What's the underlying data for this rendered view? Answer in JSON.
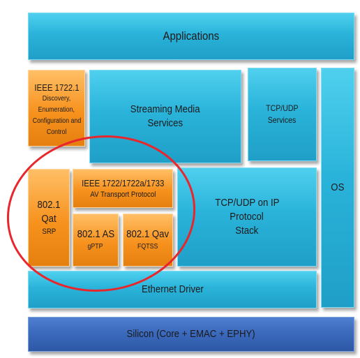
{
  "diagram": {
    "applications": "Applications",
    "ieee17221": {
      "title": "IEEE 1722.1",
      "lines": [
        "Discovery,",
        "Enumeration,",
        "Configuration and",
        "Control"
      ]
    },
    "streaming": {
      "line1": "Streaming Media",
      "line2": "Services"
    },
    "tcpudp_services": {
      "line1": "TCP/UDP",
      "line2": "Services"
    },
    "os": "OS",
    "srp": {
      "title": "802.1 Qat",
      "sub": "SRP"
    },
    "avtp": {
      "title": "IEEE 1722/1722a/1733",
      "sub": "AV Transport Protocol"
    },
    "tcpip": {
      "line1": "TCP/UDP on IP",
      "line2": "Protocol",
      "line3": "Stack"
    },
    "gptp": {
      "title": "802.1 AS",
      "sub": "gPTP"
    },
    "fqtss": {
      "title": "802.1 Qav",
      "sub": "FQTSS"
    },
    "ethernet": "Ethernet Driver",
    "silicon": "Silicon (Core + EMAC + EPHY)",
    "colors": {
      "cyan": "#2ab3da",
      "orange": "#f7921e",
      "blue": "#3a68bb",
      "ring": "#e8262b"
    }
  }
}
